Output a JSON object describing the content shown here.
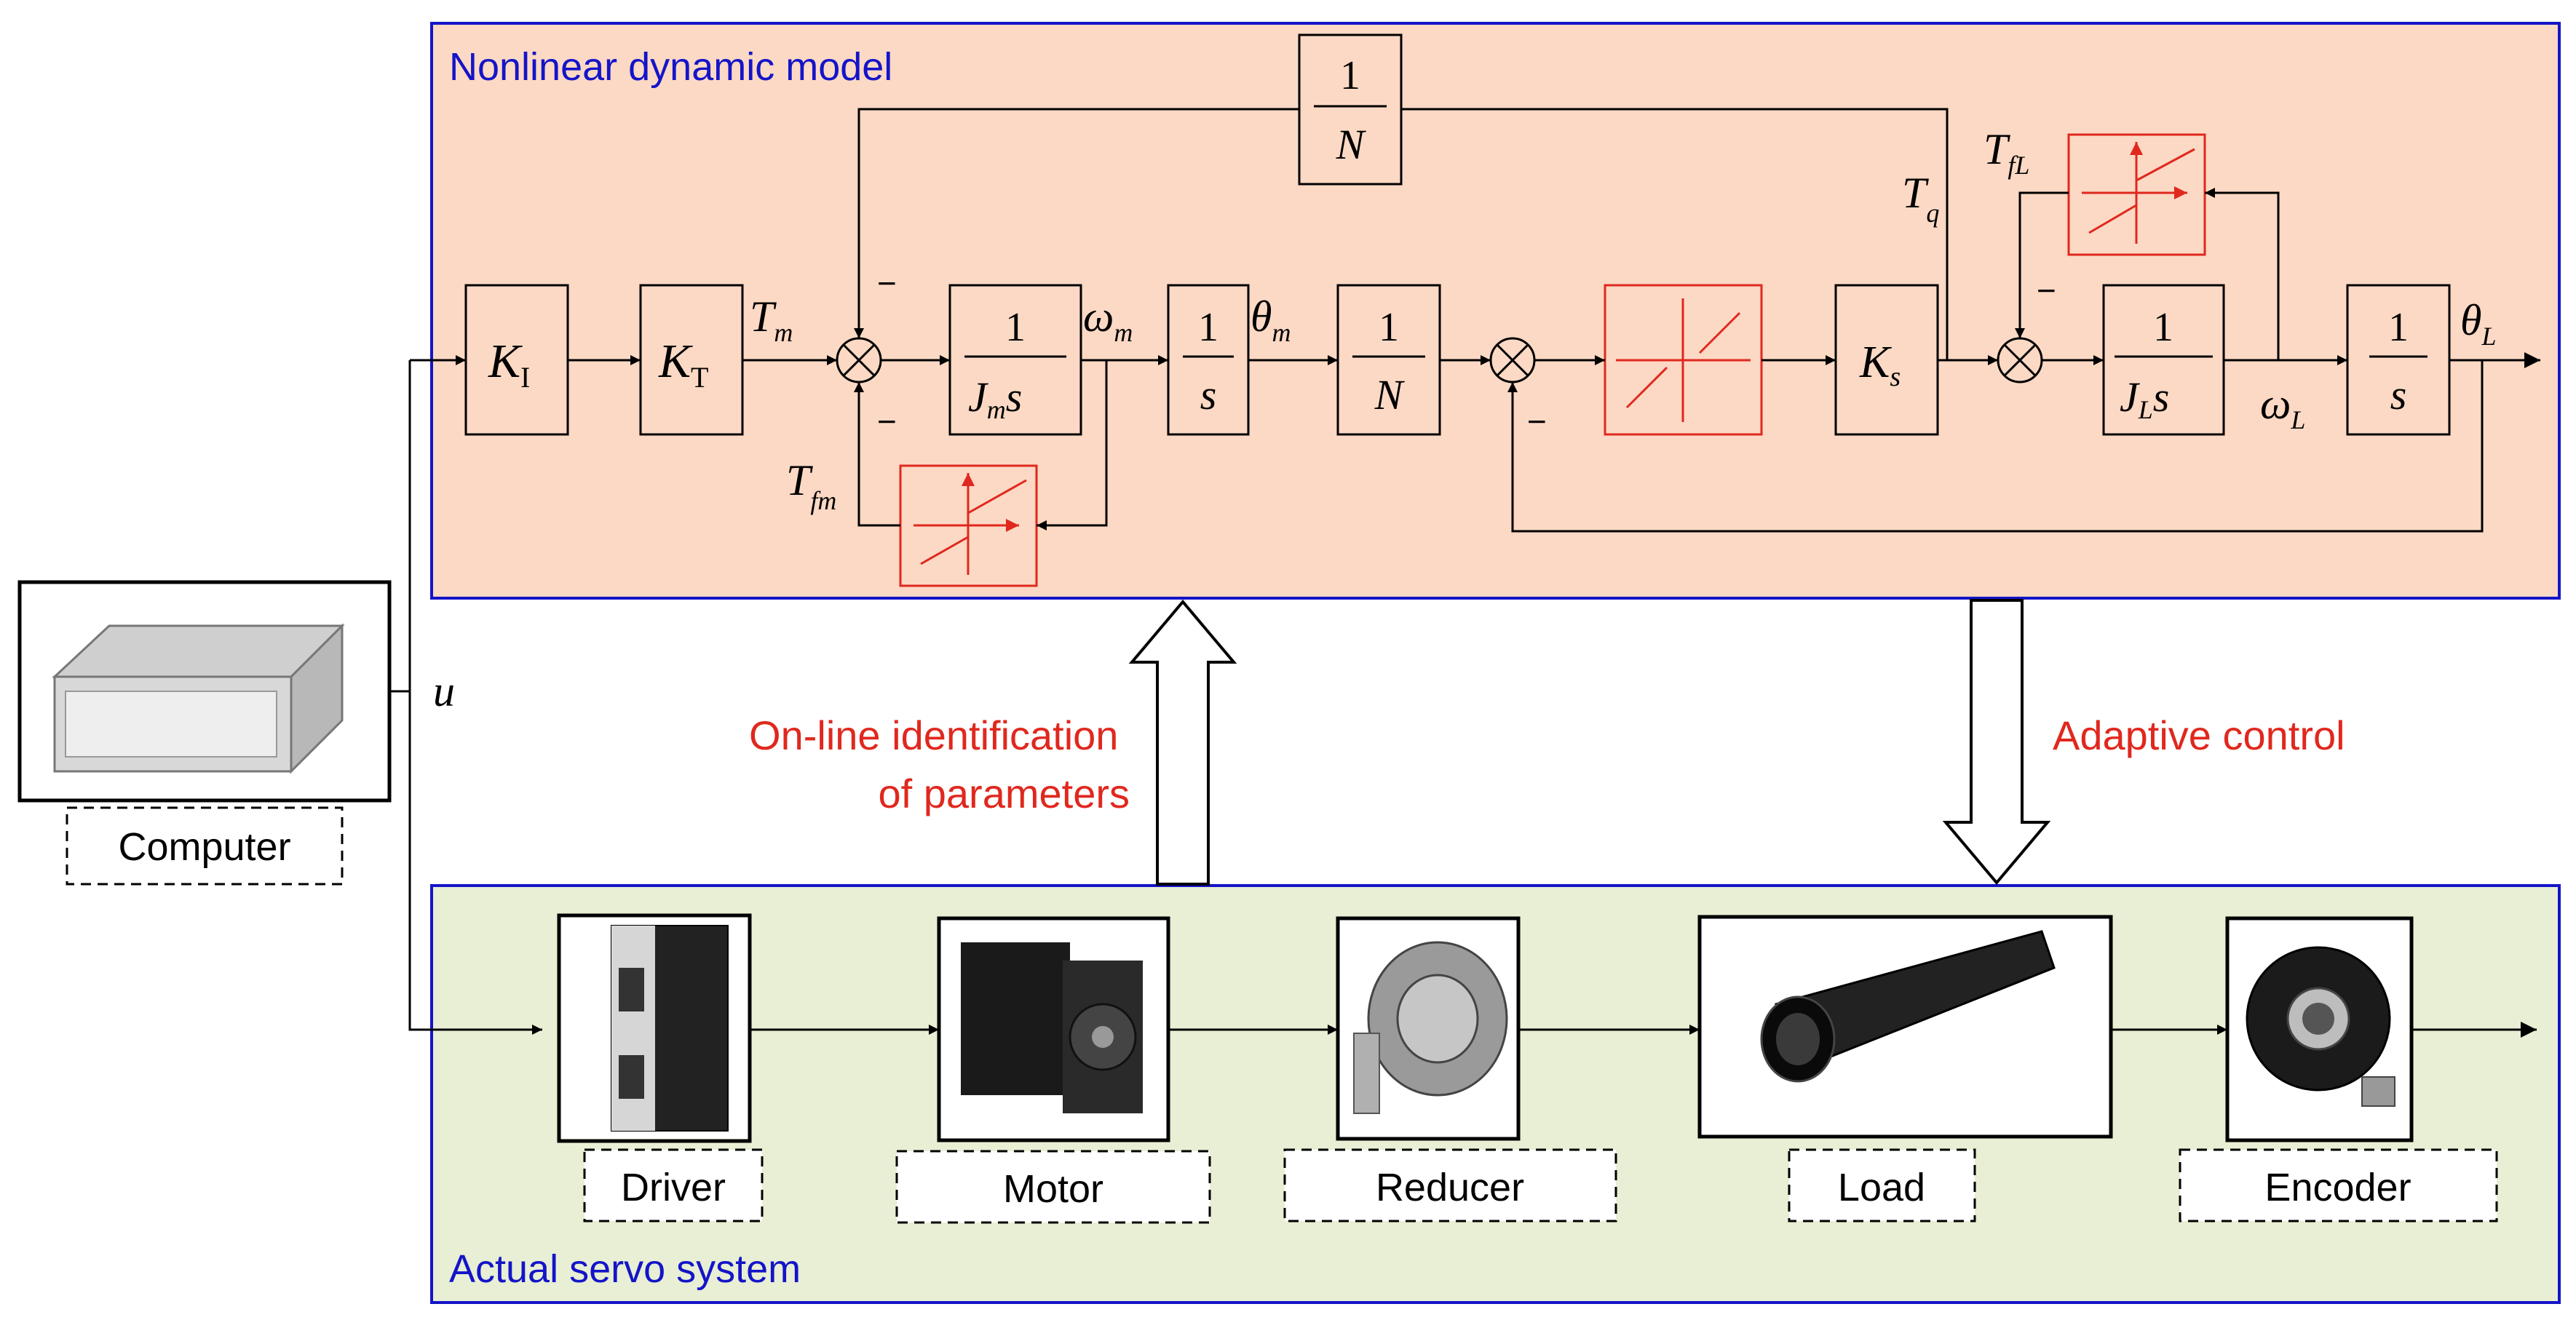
{
  "panels": {
    "model_title": "Nonlinear dynamic model",
    "servo_title": "Actual servo system"
  },
  "colors": {
    "model_fill": "#fcd9c4",
    "servo_fill": "#e8efd4",
    "panel_border": "#1414c8",
    "nonlinear_red": "#e0281e",
    "title_blue": "#1414c8",
    "label_red": "#e0281e"
  },
  "blocks": {
    "k_i": {
      "sym": "K",
      "sub": "I"
    },
    "k_t": {
      "sym": "K",
      "sub": "T"
    },
    "inertia_m": {
      "num": "1",
      "den_a": "J",
      "den_sub": "m",
      "den_b": "s"
    },
    "integrator_m": {
      "num": "1",
      "den": "s"
    },
    "gear_1": {
      "num": "1",
      "den": "N"
    },
    "feedback_gear": {
      "num": "1",
      "den": "N"
    },
    "k_s": {
      "sym": "K",
      "sub": "s"
    },
    "inertia_l": {
      "num": "1",
      "den_a": "J",
      "den_sub": "L",
      "den_b": "s"
    },
    "integrator_l": {
      "num": "1",
      "den": "s"
    }
  },
  "signals": {
    "t_m": {
      "sym": "T",
      "sub": "m"
    },
    "omega_m": {
      "sym": "ω",
      "sub": "m"
    },
    "theta_m": {
      "sym": "θ",
      "sub": "m"
    },
    "t_fm": {
      "sym": "T",
      "sub": "fm"
    },
    "t_q": {
      "sym": "T",
      "sub": "q"
    },
    "t_fl": {
      "sym": "T",
      "sub": "fL"
    },
    "omega_l": {
      "sym": "ω",
      "sub": "L"
    },
    "theta_l": {
      "sym": "θ",
      "sub": "L"
    },
    "u": "u",
    "minus": "−"
  },
  "arrows": {
    "identification": [
      "On-line identification",
      "of parameters"
    ],
    "adaptive": "Adaptive control"
  },
  "hardware": {
    "computer": "Computer",
    "driver": "Driver",
    "motor": "Motor",
    "reducer": "Reducer",
    "load": "Load",
    "encoder": "Encoder"
  }
}
